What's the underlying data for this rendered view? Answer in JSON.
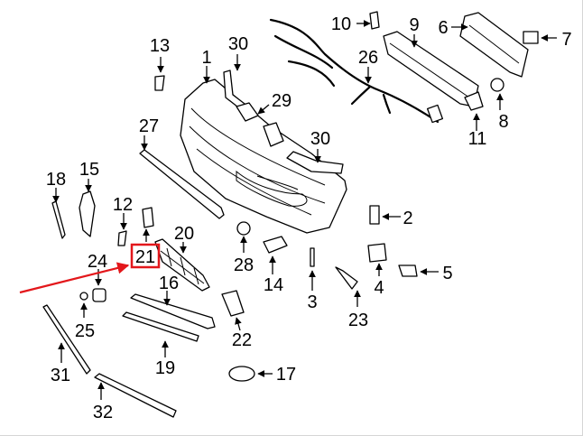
{
  "diagram": {
    "labels": [
      "1",
      "2",
      "3",
      "4",
      "5",
      "6",
      "7",
      "8",
      "9",
      "10",
      "11",
      "12",
      "13",
      "14",
      "15",
      "16",
      "17",
      "18",
      "19",
      "20",
      "21",
      "22",
      "23",
      "24",
      "25",
      "26",
      "27",
      "28",
      "29",
      "30",
      "30",
      "31",
      "32"
    ],
    "highlighted_label": "21",
    "colors": {
      "line": "#000000",
      "highlight": "#e3171b",
      "background": "#ffffff"
    }
  }
}
